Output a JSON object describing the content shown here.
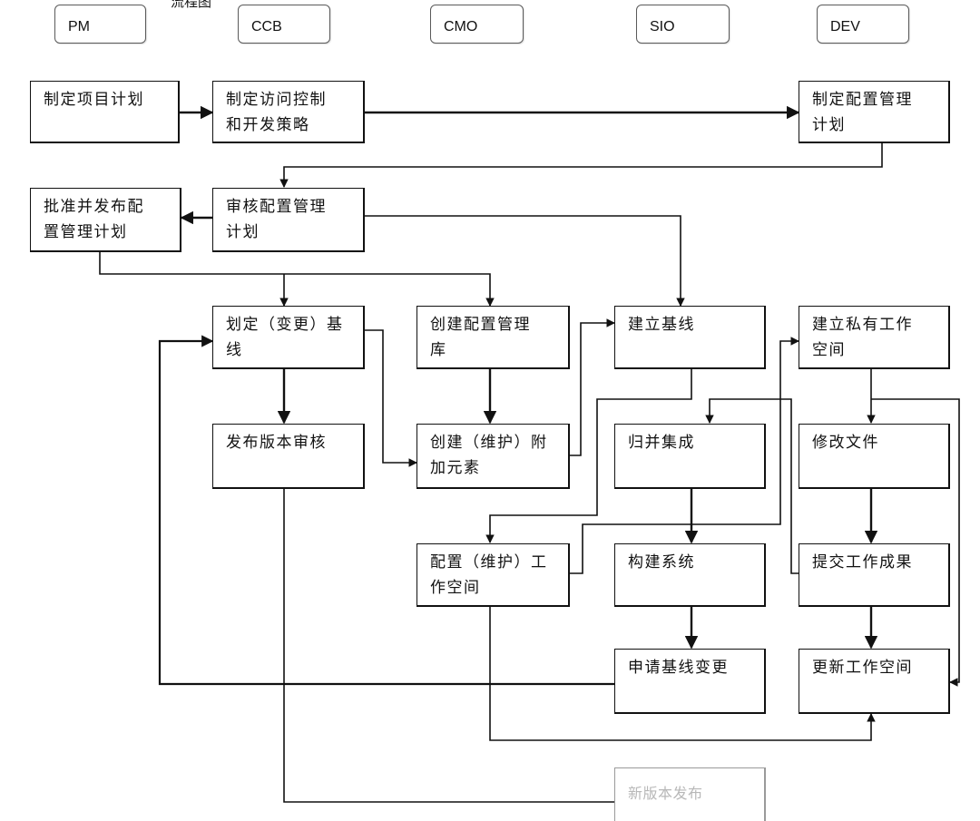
{
  "diagram": {
    "title_fragment": "流程图",
    "dot": ".",
    "roles": [
      "PM",
      "CCB",
      "CMO",
      "SIO",
      "DEV"
    ],
    "nodes": {
      "pm_plan": [
        "制定项目计划"
      ],
      "ccb_policy": [
        "制定访问控制",
        "和开发策略"
      ],
      "dev_cmplan": [
        "制定配置管理",
        "计划"
      ],
      "pm_approve": [
        "批准并发布配",
        "置管理计划"
      ],
      "ccb_review": [
        "审核配置管理",
        "计划"
      ],
      "ccb_baseline": [
        "划定（变更）基",
        "线"
      ],
      "cmo_library": [
        "创建配置管理",
        "库"
      ],
      "sio_build_baseline": [
        "建立基线"
      ],
      "dev_private": [
        "建立私有工作",
        "空间"
      ],
      "ccb_release": [
        "发布版本审核"
      ],
      "cmo_extra": [
        "创建（维护）附",
        "加元素"
      ],
      "sio_merge": [
        "归并集成"
      ],
      "dev_modify": [
        "修改文件"
      ],
      "cmo_workspace": [
        "配置（维护）工",
        "作空间"
      ],
      "sio_build_system": [
        "构建系统"
      ],
      "dev_submit": [
        "提交工作成果"
      ],
      "sio_request": [
        "申请基线变更"
      ],
      "dev_update": [
        "更新工作空间"
      ],
      "sio_faded": [
        "新版本发布"
      ]
    }
  }
}
